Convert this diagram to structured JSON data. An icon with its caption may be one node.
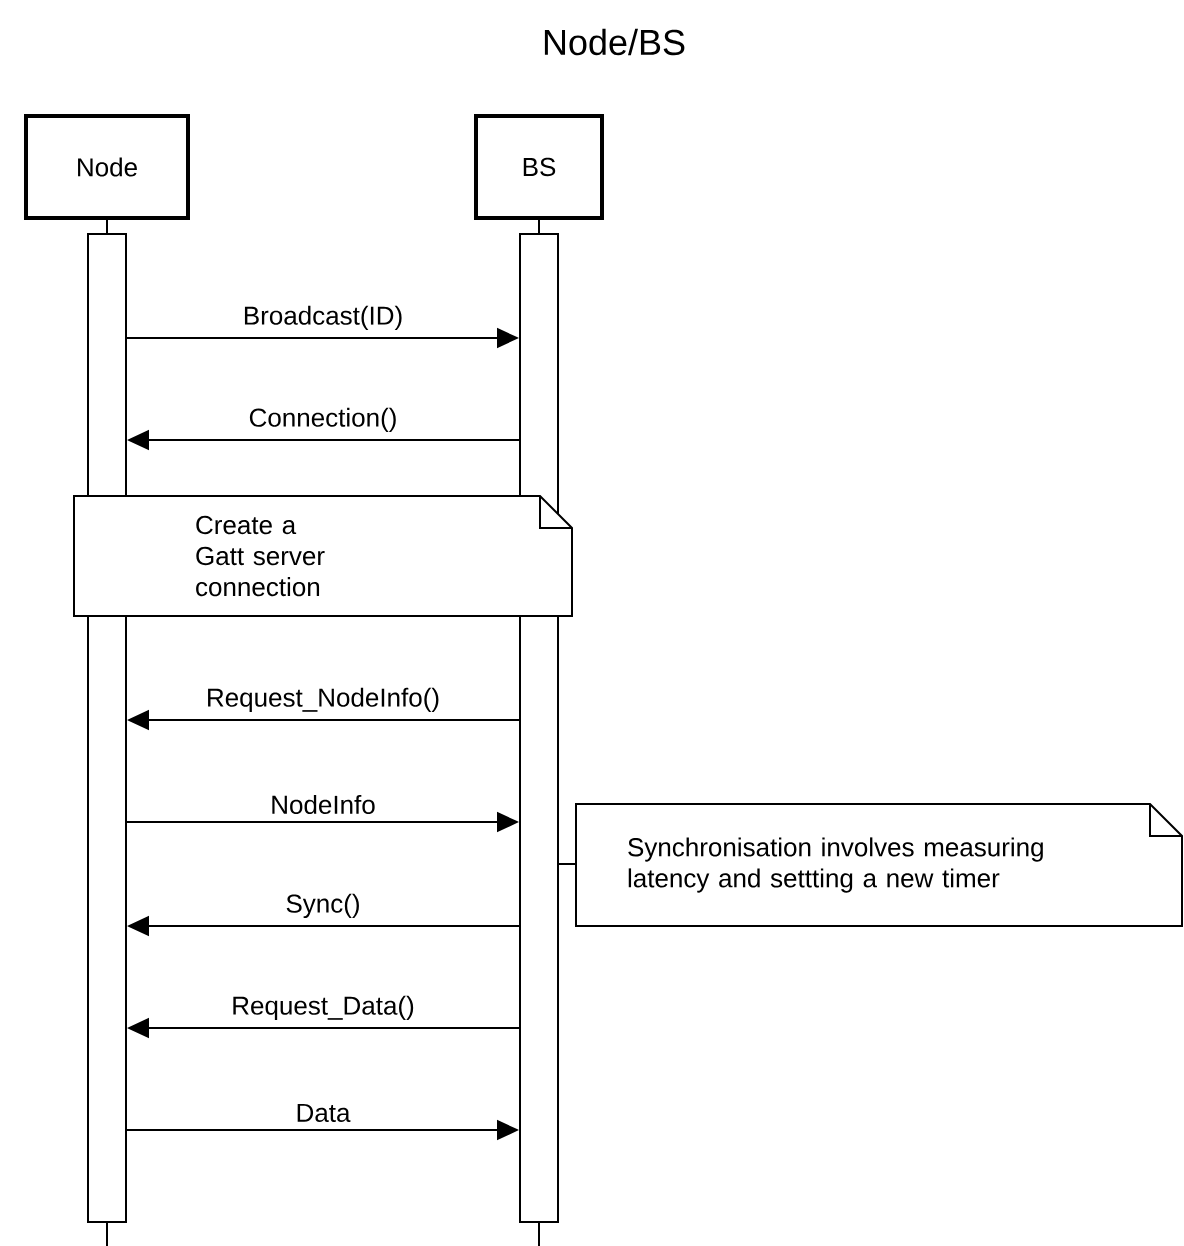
{
  "diagram": {
    "title": "Node/BS",
    "nodes": [
      {
        "text": [
          "Node"
        ]
      },
      {
        "text": [
          "BS"
        ]
      },
      {
        "text": [],
        "shape": "bar"
      },
      {
        "text": [],
        "shape": "bar"
      },
      {
        "text": [
          "Create a Gatt server connection"
        ]
      },
      {
        "text": [
          "Synchronisation involves measuring latency and settting a new timer"
        ]
      }
    ],
    "edges": [
      {
        "from": 0,
        "to": 2,
        "arrow": "none"
      },
      {
        "from": 1,
        "to": 3,
        "arrow": "none"
      },
      {
        "from": 2,
        "to": 3,
        "arrow": "to",
        "label": "Broadcast(ID)"
      },
      {
        "from": 3,
        "to": 2,
        "arrow": "to",
        "label": "Connection()"
      },
      {
        "from": 3,
        "to": 2,
        "arrow": "to",
        "label": "Request_NodeInfo()"
      },
      {
        "from": 2,
        "to": 3,
        "arrow": "to",
        "label": "NodeInfo"
      },
      {
        "from": 3,
        "to": 2,
        "arrow": "to",
        "label": "Sync()"
      },
      {
        "from": 3,
        "to": 2,
        "arrow": "to",
        "label": "Request_Data()"
      },
      {
        "from": 2,
        "to": 3,
        "arrow": "to",
        "label": "Data"
      },
      {
        "from": 3,
        "to": 5,
        "arrow": "none"
      }
    ]
  }
}
